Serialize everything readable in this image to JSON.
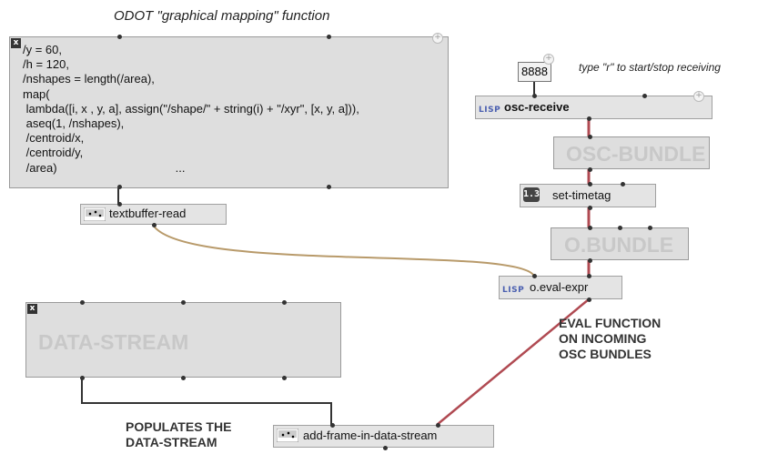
{
  "title": "ODOT \"graphical mapping\" function",
  "code_box": {
    "close_label": "x",
    "lines": [
      "/y = 60,",
      "/h = 120,",
      "/nshapes = length(/area),",
      "map(",
      " lambda([i, x , y, a], assign(\"/shape/\" + string(i) + \"/xyr\", [x, y, a])),",
      " aseq(1, /nshapes),",
      " /centroid/x,",
      " /centroid/y,",
      " /area)                                    ..."
    ]
  },
  "textbuffer_read": {
    "label": "textbuffer-read",
    "icon": "score-icon"
  },
  "osc_port": {
    "value": "8888"
  },
  "osc_hint": "type \"r\" to start/stop receiving",
  "osc_receive": {
    "tag": "LISP",
    "label": "osc-receive"
  },
  "osc_bundle": {
    "label": "OSC-BUNDLE"
  },
  "set_timetag": {
    "icon_text": "1.3",
    "label": "set-timetag"
  },
  "o_bundle": {
    "label": "O.BUNDLE"
  },
  "o_eval_expr": {
    "tag": "LISP",
    "label": "o.eval-expr"
  },
  "data_stream": {
    "close_label": "x",
    "label": "DATA-STREAM"
  },
  "add_frame": {
    "label": "add-frame-in-data-stream",
    "icon": "score-icon"
  },
  "note_eval": "EVAL FUNCTION\nON INCOMING\nOSC BUNDLES",
  "note_populates": "POPULATES THE\nDATA-STREAM",
  "colors": {
    "red_wire": "#b04a52",
    "brown_wire": "#b89a6a",
    "black_wire": "#333333",
    "box_fill": "#dedede"
  }
}
